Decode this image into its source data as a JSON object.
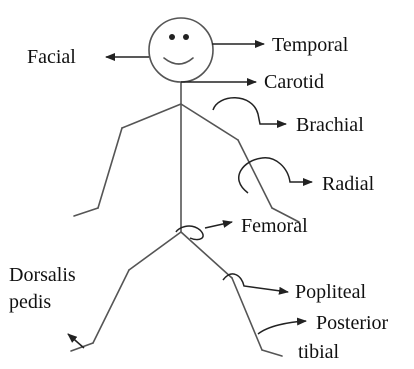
{
  "diagram": {
    "labels": {
      "facial": "Facial",
      "temporal": "Temporal",
      "carotid": "Carotid",
      "brachial": "Brachial",
      "radial": "Radial",
      "femoral": "Femoral",
      "dorsalis_line1": "Dorsalis",
      "dorsalis_line2": "pedis",
      "popliteal": "Popliteal",
      "posterior_line1": "Posterior",
      "posterior_line2": "tibial"
    },
    "colors": {
      "ink": "#333333",
      "text": "#111111"
    }
  }
}
